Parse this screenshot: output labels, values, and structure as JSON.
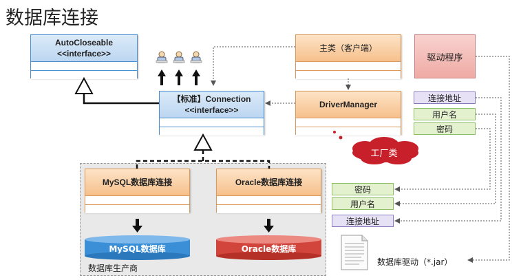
{
  "title": "数据库连接",
  "autocloseable": {
    "name": "AutoCloseable",
    "stereotype": "<<interface>>"
  },
  "connection": {
    "name": "【标准】Connection",
    "stereotype": "<<interface>>"
  },
  "main_class": {
    "name": "主类（客户端）"
  },
  "driver_manager": {
    "name": "DriverManager"
  },
  "driver": {
    "name": "驱动程序"
  },
  "factory": {
    "label": "工厂类"
  },
  "driver_params": {
    "url": "连接地址",
    "user": "用户名",
    "password": "密码"
  },
  "manager_params": {
    "password": "密码",
    "user": "用户名",
    "url": "连接地址"
  },
  "mysql_conn": {
    "name": "MySQL数据库连接"
  },
  "oracle_conn": {
    "name": "Oracle数据库连接"
  },
  "mysql_db": {
    "name": "MySQL数据库",
    "color": "#3a8fd6"
  },
  "oracle_db": {
    "name": "Oracle数据库",
    "color": "#d2453c"
  },
  "vendor_label": "数据库生产商",
  "jar_label": "数据库驱动（*.jar）"
}
